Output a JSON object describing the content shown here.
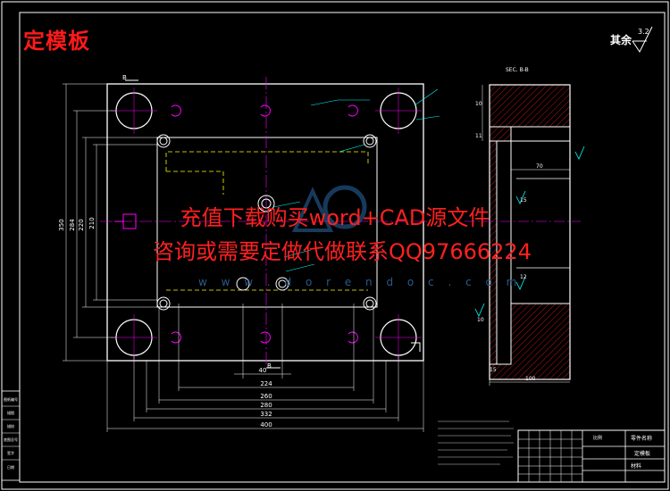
{
  "title": "定模板",
  "roughness": {
    "label": "其余",
    "value": "3.2"
  },
  "watermark": {
    "line1": "充值下载购买word+CAD源文件",
    "line2": "咨询或需要定做代做联系QQ97666224",
    "url": "w w w . d o r e n d o c . c o m"
  },
  "main_view": {
    "dims_bottom": [
      "40",
      "224",
      "260",
      "280",
      "332",
      "400"
    ],
    "dims_left": [
      "350",
      "284",
      "220",
      "210"
    ],
    "section_mark": "B"
  },
  "section_view": {
    "label": "SEC. B-B",
    "dims": [
      "10",
      "11",
      "70",
      "15",
      "12",
      "10",
      "15",
      "100"
    ]
  },
  "title_block": {
    "part_name_label": "零件名称",
    "part_name": "定模板",
    "material_label": "材料",
    "scale_label": "比例"
  },
  "left_strip": [
    "图纸编号",
    "描图",
    "描校",
    "底图总号",
    "签字",
    "日期"
  ],
  "colors": {
    "background": "#000000",
    "outline": "#ffffff",
    "dimension": "#00ffff",
    "center": "#ff00ff",
    "hidden": "#ffff00",
    "accent": "#ff1a1a"
  }
}
